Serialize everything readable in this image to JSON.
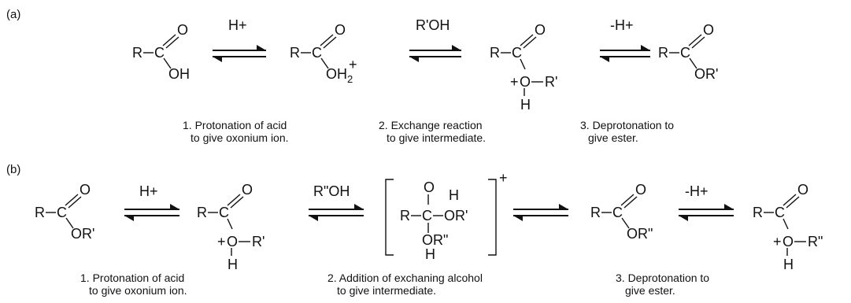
{
  "panels": [
    {
      "label": "(a)",
      "reagents": [
        "H+",
        "R'OH",
        "-H+"
      ],
      "steps": [
        {
          "line1": "1. Protonation of acid",
          "line2": "to give oxonium ion."
        },
        {
          "line1": "2. Exchange reaction",
          "line2": "to give intermediate."
        },
        {
          "line1": "3. Deprotonation to",
          "line2": "give ester."
        }
      ],
      "molecules": [
        {
          "r": "R",
          "c": "C",
          "o": "O",
          "sub": "OH"
        },
        {
          "r": "R",
          "c": "C",
          "o": "O",
          "sub": "OH",
          "sub2": "2",
          "charge": "+"
        },
        {
          "r": "R",
          "c": "C",
          "o": "O",
          "charge": "+",
          "ox": "O",
          "rp": "R'",
          "h": "H"
        },
        {
          "r": "R",
          "c": "C",
          "o": "O",
          "sub": "OR'"
        }
      ]
    },
    {
      "label": "(b)",
      "reagents": [
        "H+",
        "R\"OH",
        "-H+"
      ],
      "steps": [
        {
          "line1": "1. Protonation of acid",
          "line2": "to give oxonium ion."
        },
        {
          "line1": "2. Addition of exchaning alcohol",
          "line2": "to give intermediate."
        },
        {
          "line1": "3. Deprotonation to",
          "line2": "give ester."
        }
      ],
      "molecules": [
        {
          "r": "R",
          "c": "C",
          "o": "O",
          "sub": "OR'"
        },
        {
          "r": "R",
          "c": "C",
          "o": "O",
          "charge": "+",
          "ox": "O",
          "rp": "R'",
          "h": "H"
        },
        {
          "r": "R",
          "c": "C",
          "top": "O",
          "h": "H",
          "or1": "OR'",
          "or2": "OR\"",
          "h2": "H",
          "charge": "+"
        },
        {
          "r": "R",
          "c": "C",
          "o": "O",
          "sub": "OR\""
        },
        {
          "r": "R",
          "c": "C",
          "o": "O",
          "charge": "+",
          "ox": "O",
          "rp": "R\"",
          "h": "H"
        }
      ]
    }
  ]
}
